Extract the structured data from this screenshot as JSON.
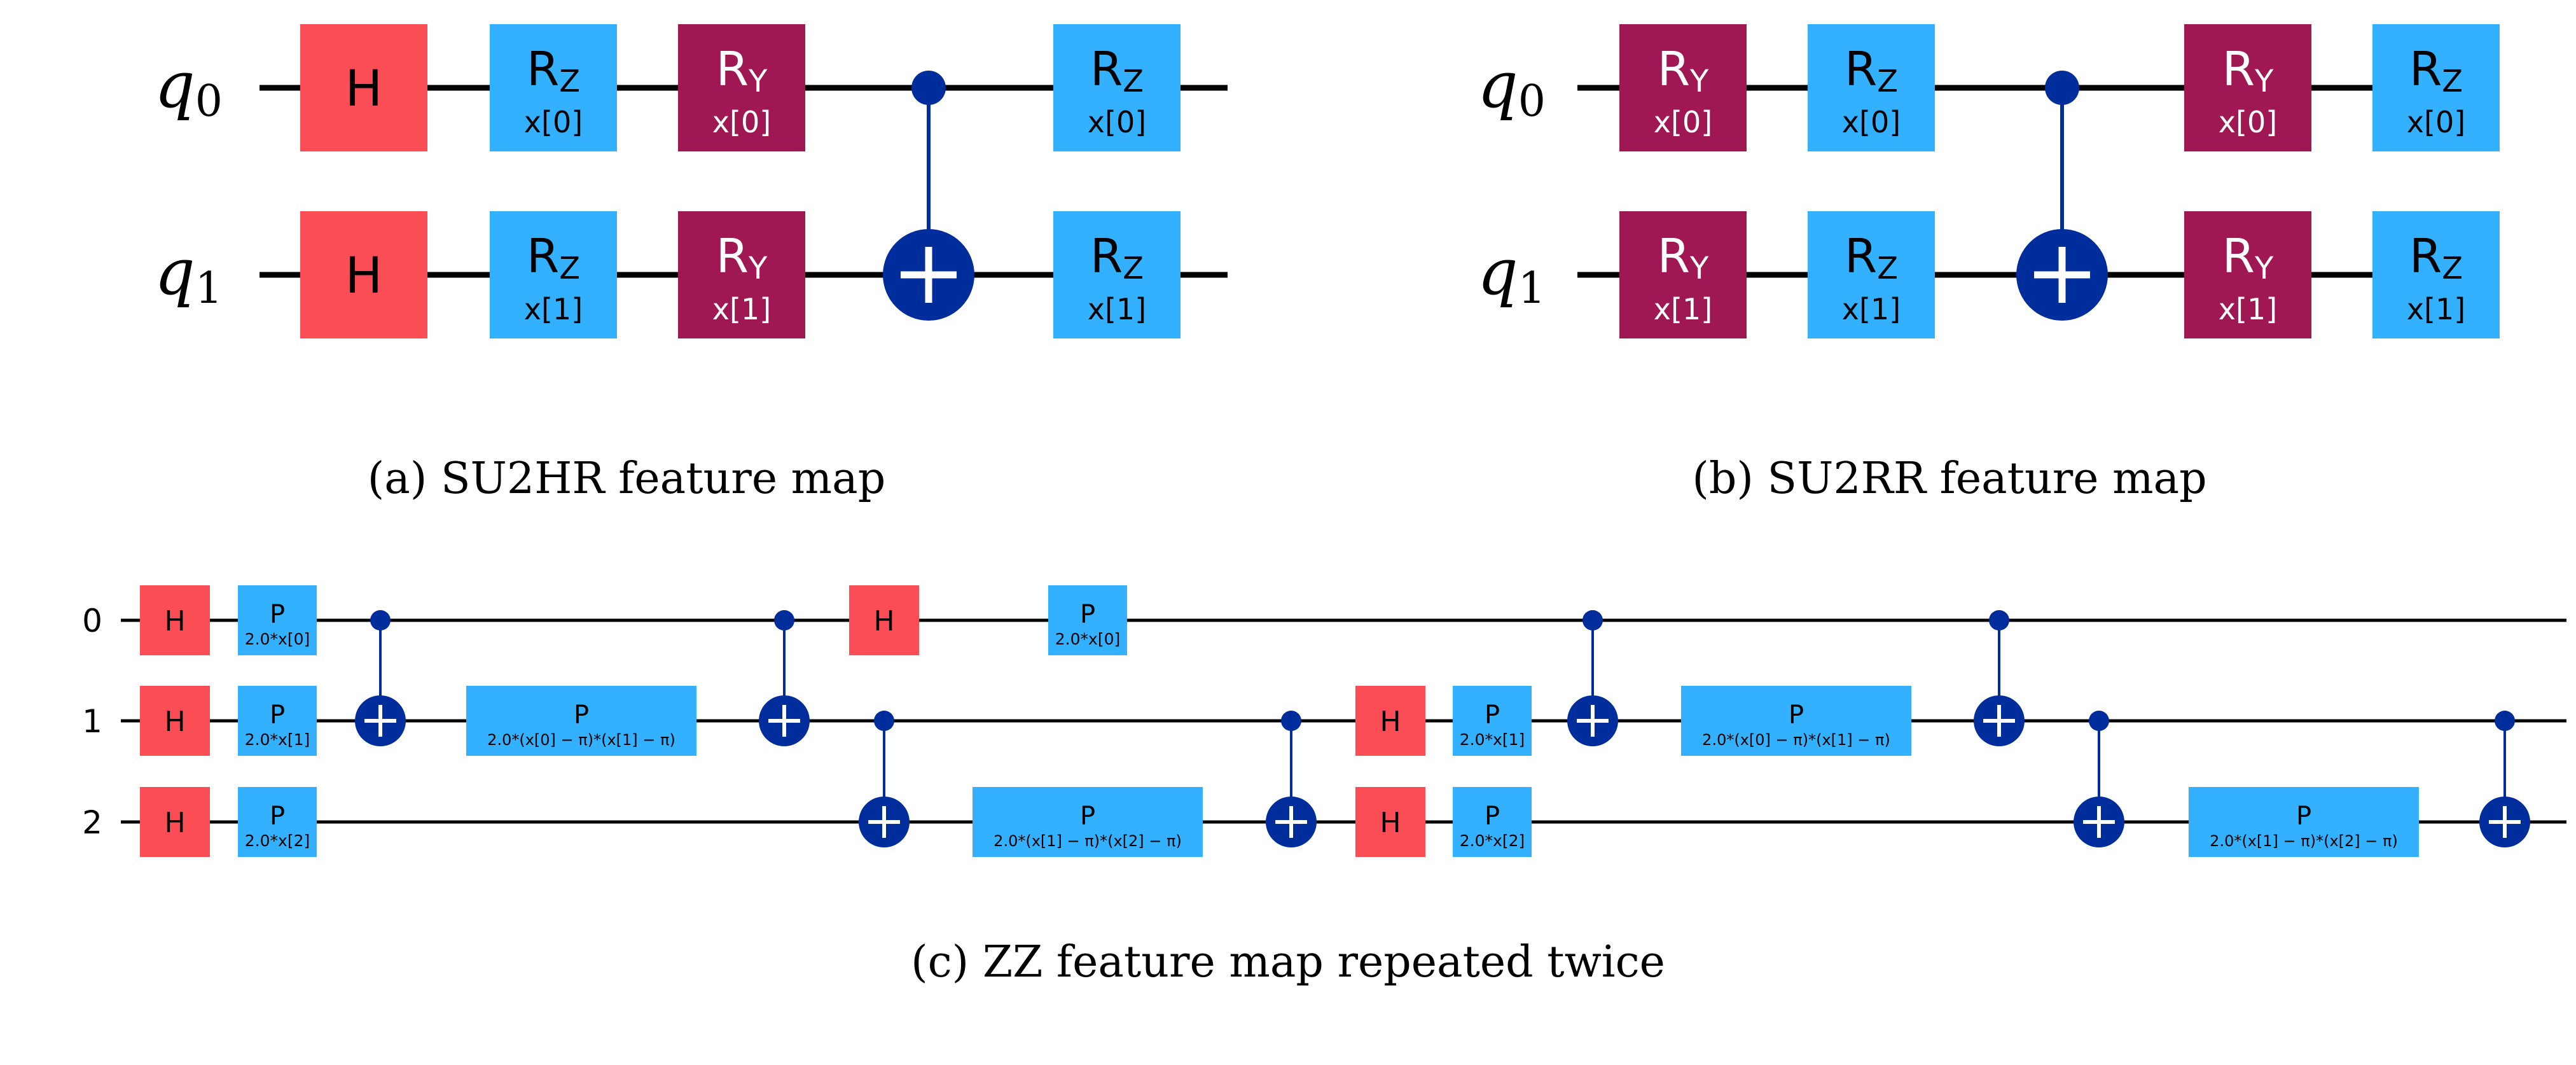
{
  "colors": {
    "h_gate": "#fa4d56",
    "rz_gate": "#33b1ff",
    "ry_gate": "#9f1853",
    "p_gate": "#33b1ff",
    "cnot": "#002d9c",
    "wire": "#000000"
  },
  "panel_a": {
    "caption": "(a) SU2HR feature map",
    "qubits": [
      {
        "label": "q",
        "sub": "0"
      },
      {
        "label": "q",
        "sub": "1"
      }
    ],
    "gates": [
      {
        "type": "H",
        "label": "H",
        "qubit": 0,
        "col": 0
      },
      {
        "type": "H",
        "label": "H",
        "qubit": 1,
        "col": 0
      },
      {
        "type": "RZ",
        "label": "R",
        "sub": "Z",
        "param": "x[0]",
        "qubit": 0,
        "col": 1
      },
      {
        "type": "RZ",
        "label": "R",
        "sub": "Z",
        "param": "x[1]",
        "qubit": 1,
        "col": 1
      },
      {
        "type": "RY",
        "label": "R",
        "sub": "Y",
        "param": "x[0]",
        "qubit": 0,
        "col": 2
      },
      {
        "type": "RY",
        "label": "R",
        "sub": "Y",
        "param": "x[1]",
        "qubit": 1,
        "col": 2
      },
      {
        "type": "CX",
        "control": 0,
        "target": 1,
        "col": 3
      },
      {
        "type": "RZ",
        "label": "R",
        "sub": "Z",
        "param": "x[0]",
        "qubit": 0,
        "col": 4
      },
      {
        "type": "RZ",
        "label": "R",
        "sub": "Z",
        "param": "x[1]",
        "qubit": 1,
        "col": 4
      }
    ]
  },
  "panel_b": {
    "caption": "(b) SU2RR feature map",
    "qubits": [
      {
        "label": "q",
        "sub": "0"
      },
      {
        "label": "q",
        "sub": "1"
      }
    ],
    "gates": [
      {
        "type": "RY",
        "label": "R",
        "sub": "Y",
        "param": "x[0]",
        "qubit": 0,
        "col": 0
      },
      {
        "type": "RY",
        "label": "R",
        "sub": "Y",
        "param": "x[1]",
        "qubit": 1,
        "col": 0
      },
      {
        "type": "RZ",
        "label": "R",
        "sub": "Z",
        "param": "x[0]",
        "qubit": 0,
        "col": 1
      },
      {
        "type": "RZ",
        "label": "R",
        "sub": "Z",
        "param": "x[1]",
        "qubit": 1,
        "col": 1
      },
      {
        "type": "CX",
        "control": 0,
        "target": 1,
        "col": 2
      },
      {
        "type": "RY",
        "label": "R",
        "sub": "Y",
        "param": "x[0]",
        "qubit": 0,
        "col": 3
      },
      {
        "type": "RY",
        "label": "R",
        "sub": "Y",
        "param": "x[1]",
        "qubit": 1,
        "col": 3
      },
      {
        "type": "RZ",
        "label": "R",
        "sub": "Z",
        "param": "x[0]",
        "qubit": 0,
        "col": 4
      },
      {
        "type": "RZ",
        "label": "R",
        "sub": "Z",
        "param": "x[1]",
        "qubit": 1,
        "col": 4
      }
    ]
  },
  "panel_c": {
    "caption": "(c) ZZ feature map repeated twice",
    "qubits": [
      "0",
      "1",
      "2"
    ],
    "gates": [
      {
        "type": "H",
        "label": "H",
        "qubit": 0,
        "slot": "h0"
      },
      {
        "type": "H",
        "label": "H",
        "qubit": 1,
        "slot": "h0"
      },
      {
        "type": "H",
        "label": "H",
        "qubit": 2,
        "slot": "h0"
      },
      {
        "type": "P",
        "label": "P",
        "param": "2.0*x[0]",
        "qubit": 0,
        "slot": "p0"
      },
      {
        "type": "P",
        "label": "P",
        "param": "2.0*x[1]",
        "qubit": 1,
        "slot": "p0"
      },
      {
        "type": "P",
        "label": "P",
        "param": "2.0*x[2]",
        "qubit": 2,
        "slot": "p0"
      },
      {
        "type": "CX",
        "control": 0,
        "target": 1,
        "slot": "cx1"
      },
      {
        "type": "P",
        "label": "P",
        "param": "2.0*(x[0] − π)*(x[1] − π)",
        "qubit": 1,
        "slot": "pw1",
        "wide": true
      },
      {
        "type": "CX",
        "control": 0,
        "target": 1,
        "slot": "cx2"
      },
      {
        "type": "H",
        "label": "H",
        "qubit": 0,
        "slot": "h0b"
      },
      {
        "type": "P",
        "label": "P",
        "param": "2.0*x[0]",
        "qubit": 0,
        "slot": "p0b"
      },
      {
        "type": "CX",
        "control": 1,
        "target": 2,
        "slot": "cx3"
      },
      {
        "type": "P",
        "label": "P",
        "param": "2.0*(x[1] − π)*(x[2] − π)",
        "qubit": 2,
        "slot": "pw2",
        "wide": true
      },
      {
        "type": "CX",
        "control": 1,
        "target": 2,
        "slot": "cx4"
      },
      {
        "type": "H",
        "label": "H",
        "qubit": 1,
        "slot": "h1b"
      },
      {
        "type": "H",
        "label": "H",
        "qubit": 2,
        "slot": "h1b"
      },
      {
        "type": "P",
        "label": "P",
        "param": "2.0*x[1]",
        "qubit": 1,
        "slot": "p1b"
      },
      {
        "type": "P",
        "label": "P",
        "param": "2.0*x[2]",
        "qubit": 2,
        "slot": "p1b"
      },
      {
        "type": "CX",
        "control": 0,
        "target": 1,
        "slot": "cx5"
      },
      {
        "type": "P",
        "label": "P",
        "param": "2.0*(x[0] − π)*(x[1] − π)",
        "qubit": 1,
        "slot": "pw3",
        "wide": true
      },
      {
        "type": "CX",
        "control": 0,
        "target": 1,
        "slot": "cx6"
      },
      {
        "type": "CX",
        "control": 1,
        "target": 2,
        "slot": "cx7"
      },
      {
        "type": "P",
        "label": "P",
        "param": "2.0*(x[1] − π)*(x[2] − π)",
        "qubit": 2,
        "slot": "pw4",
        "wide": true
      },
      {
        "type": "CX",
        "control": 1,
        "target": 2,
        "slot": "cx8"
      }
    ]
  }
}
